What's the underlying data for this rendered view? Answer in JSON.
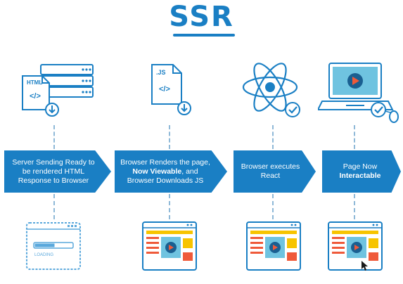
{
  "title": "SSR",
  "steps": [
    {
      "text": "Server Sending Ready to be rendered HTML Response to Browser",
      "bold": ""
    },
    {
      "text_before": "Browser Renders the page,",
      "bold": "Now Viewable",
      "text_after": ", and Browser Downloads JS"
    },
    {
      "text": "Browser executes React",
      "bold": ""
    },
    {
      "text_before": "Page Now",
      "bold": "Interactable",
      "text_after": ""
    }
  ],
  "icons": {
    "html_file": {
      "label": "HTML",
      "glyph": "</>"
    },
    "js_file": {
      "label": ".JS",
      "glyph": "</>"
    },
    "loading_label": "LOADING"
  },
  "colors": {
    "primary_blue": "#1a7fc4",
    "light_blue_outline": "#5aa8dc",
    "orange": "#f5a623",
    "red_orange": "#ef5a3a",
    "yellow": "#f7c400",
    "teal": "#6fc3e0"
  }
}
